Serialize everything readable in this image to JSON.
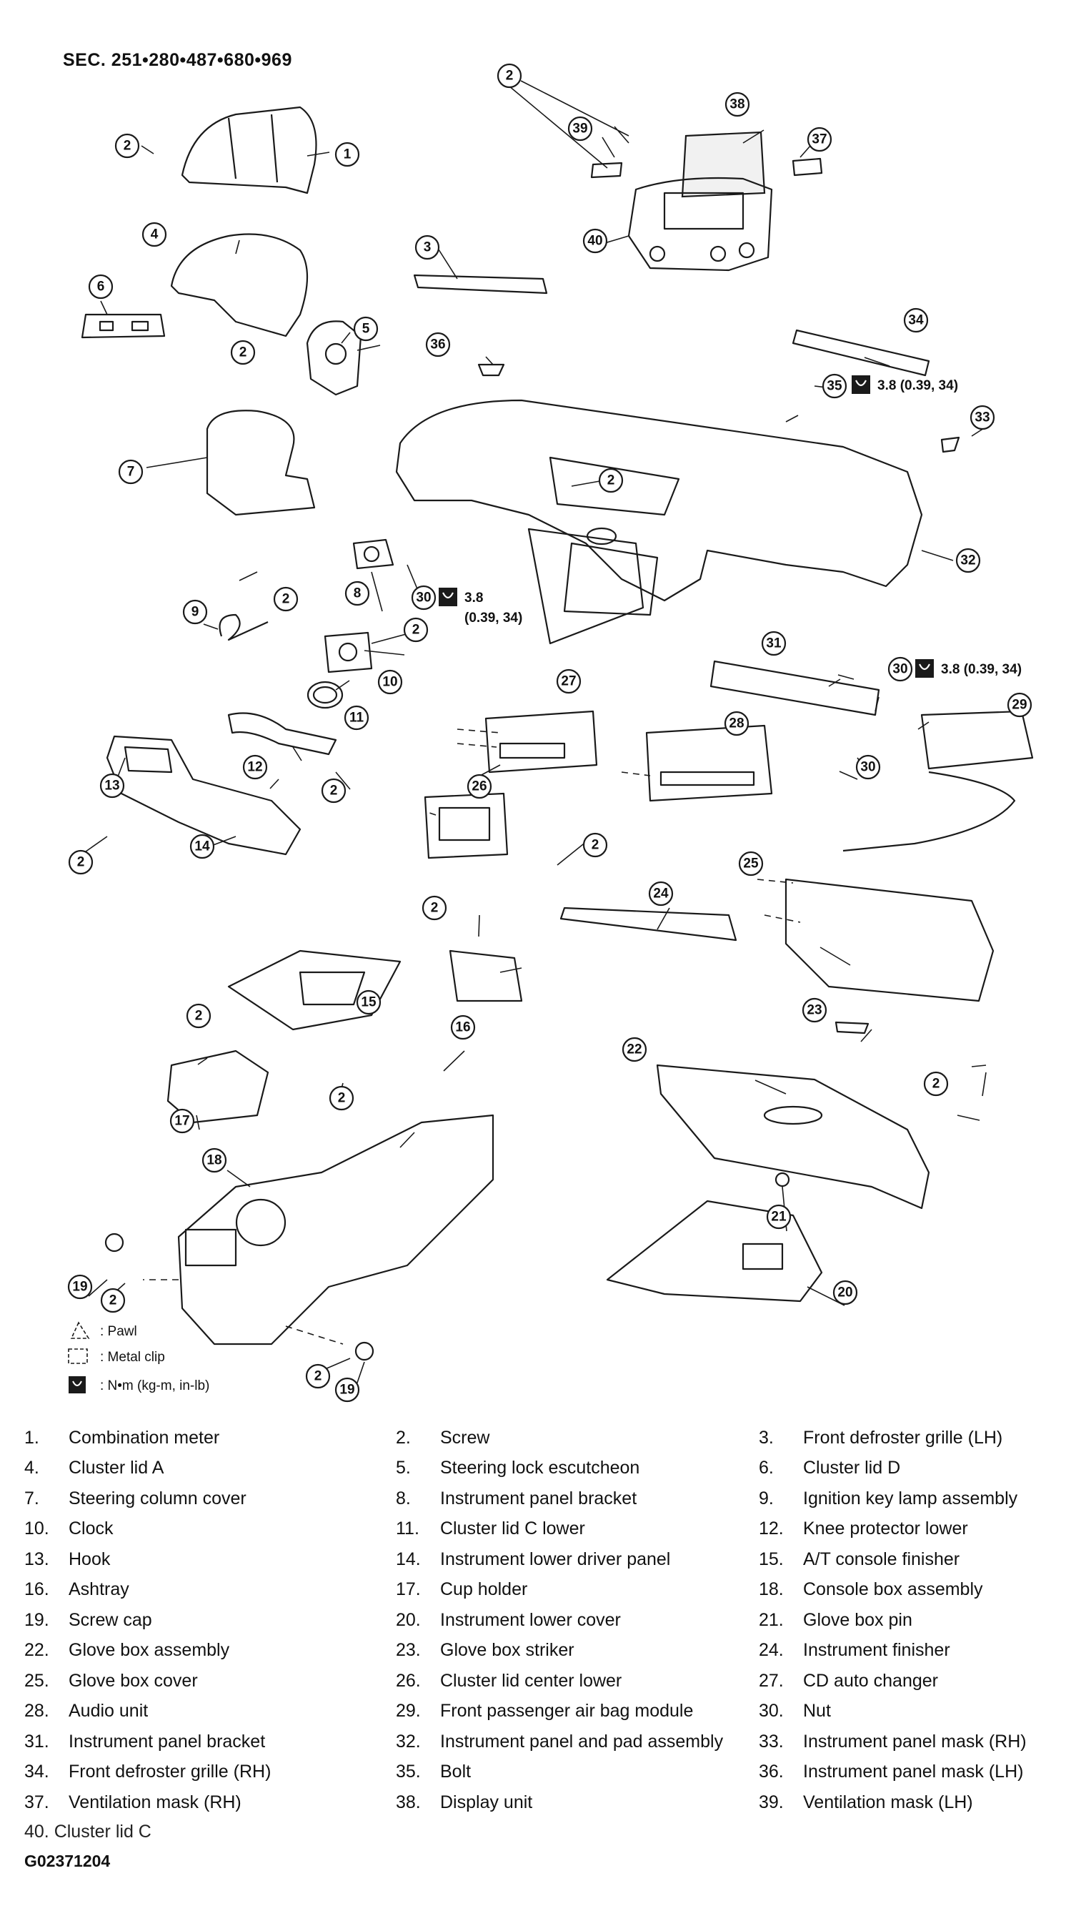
{
  "header": {
    "section": "SEC. 251•280•487•680•969"
  },
  "callouts": {
    "c1": "1",
    "c2": "2",
    "c3": "3",
    "c4": "4",
    "c5": "5",
    "c6": "6",
    "c7": "7",
    "c8": "8",
    "c9": "9",
    "c10": "10",
    "c11": "11",
    "c12": "12",
    "c13": "13",
    "c14": "14",
    "c15": "15",
    "c16": "16",
    "c17": "17",
    "c18": "18",
    "c19": "19",
    "c20": "20",
    "c21": "21",
    "c22": "22",
    "c23": "23",
    "c24": "24",
    "c25": "25",
    "c26": "26",
    "c27": "27",
    "c28": "28",
    "c29": "29",
    "c30": "30",
    "c31": "31",
    "c32": "32",
    "c33": "33",
    "c34": "34",
    "c35": "35",
    "c36": "36",
    "c37": "37",
    "c38": "38",
    "c39": "39",
    "c40": "40"
  },
  "torque": {
    "spec_a": "3.8 (0.39, 34)",
    "spec_b_line1": "3.8",
    "spec_b_line2": "(0.39, 34)",
    "spec_c": "3.8 (0.39, 34)"
  },
  "legend": {
    "pawl": ": Pawl",
    "metal_clip": ": Metal clip",
    "torque_unit": ": N•m (kg-m, in-lb)"
  },
  "parts": [
    {
      "num": "1.",
      "name": "Combination meter"
    },
    {
      "num": "2.",
      "name": "Screw"
    },
    {
      "num": "3.",
      "name": "Front defroster grille (LH)"
    },
    {
      "num": "4.",
      "name": "Cluster lid A"
    },
    {
      "num": "5.",
      "name": "Steering lock escutcheon"
    },
    {
      "num": "6.",
      "name": "Cluster lid D"
    },
    {
      "num": "7.",
      "name": "Steering column cover"
    },
    {
      "num": "8.",
      "name": "Instrument panel bracket"
    },
    {
      "num": "9.",
      "name": "Ignition key lamp assembly"
    },
    {
      "num": "10.",
      "name": "Clock"
    },
    {
      "num": "11.",
      "name": "Cluster lid C lower"
    },
    {
      "num": "12.",
      "name": "Knee protector lower"
    },
    {
      "num": "13.",
      "name": "Hook"
    },
    {
      "num": "14.",
      "name": "Instrument lower driver panel"
    },
    {
      "num": "15.",
      "name": "A/T console finisher"
    },
    {
      "num": "16.",
      "name": "Ashtray"
    },
    {
      "num": "17.",
      "name": "Cup holder"
    },
    {
      "num": "18.",
      "name": "Console box assembly"
    },
    {
      "num": "19.",
      "name": "Screw cap"
    },
    {
      "num": "20.",
      "name": "Instrument lower cover"
    },
    {
      "num": "21.",
      "name": "Glove box pin"
    },
    {
      "num": "22.",
      "name": "Glove box assembly"
    },
    {
      "num": "23.",
      "name": "Glove box striker"
    },
    {
      "num": "24.",
      "name": "Instrument finisher"
    },
    {
      "num": "25.",
      "name": "Glove box cover"
    },
    {
      "num": "26.",
      "name": "Cluster lid center lower"
    },
    {
      "num": "27.",
      "name": "CD auto changer"
    },
    {
      "num": "28.",
      "name": "Audio unit"
    },
    {
      "num": "29.",
      "name": "Front passenger air bag module"
    },
    {
      "num": "30.",
      "name": "Nut"
    },
    {
      "num": "31.",
      "name": "Instrument panel bracket"
    },
    {
      "num": "32.",
      "name": "Instrument panel and pad assembly"
    },
    {
      "num": "33.",
      "name": "Instrument panel mask (RH)"
    },
    {
      "num": "34.",
      "name": "Front defroster grille (RH)"
    },
    {
      "num": "35.",
      "name": "Bolt"
    },
    {
      "num": "36.",
      "name": "Instrument panel mask (LH)"
    },
    {
      "num": "37.",
      "name": "Ventilation mask (RH)"
    },
    {
      "num": "38.",
      "name": "Display unit"
    },
    {
      "num": "39.",
      "name": "Ventilation mask (LH)"
    }
  ],
  "footer": {
    "cutoff": "40.   Cluster lid C",
    "figure_id": "G02371204"
  }
}
